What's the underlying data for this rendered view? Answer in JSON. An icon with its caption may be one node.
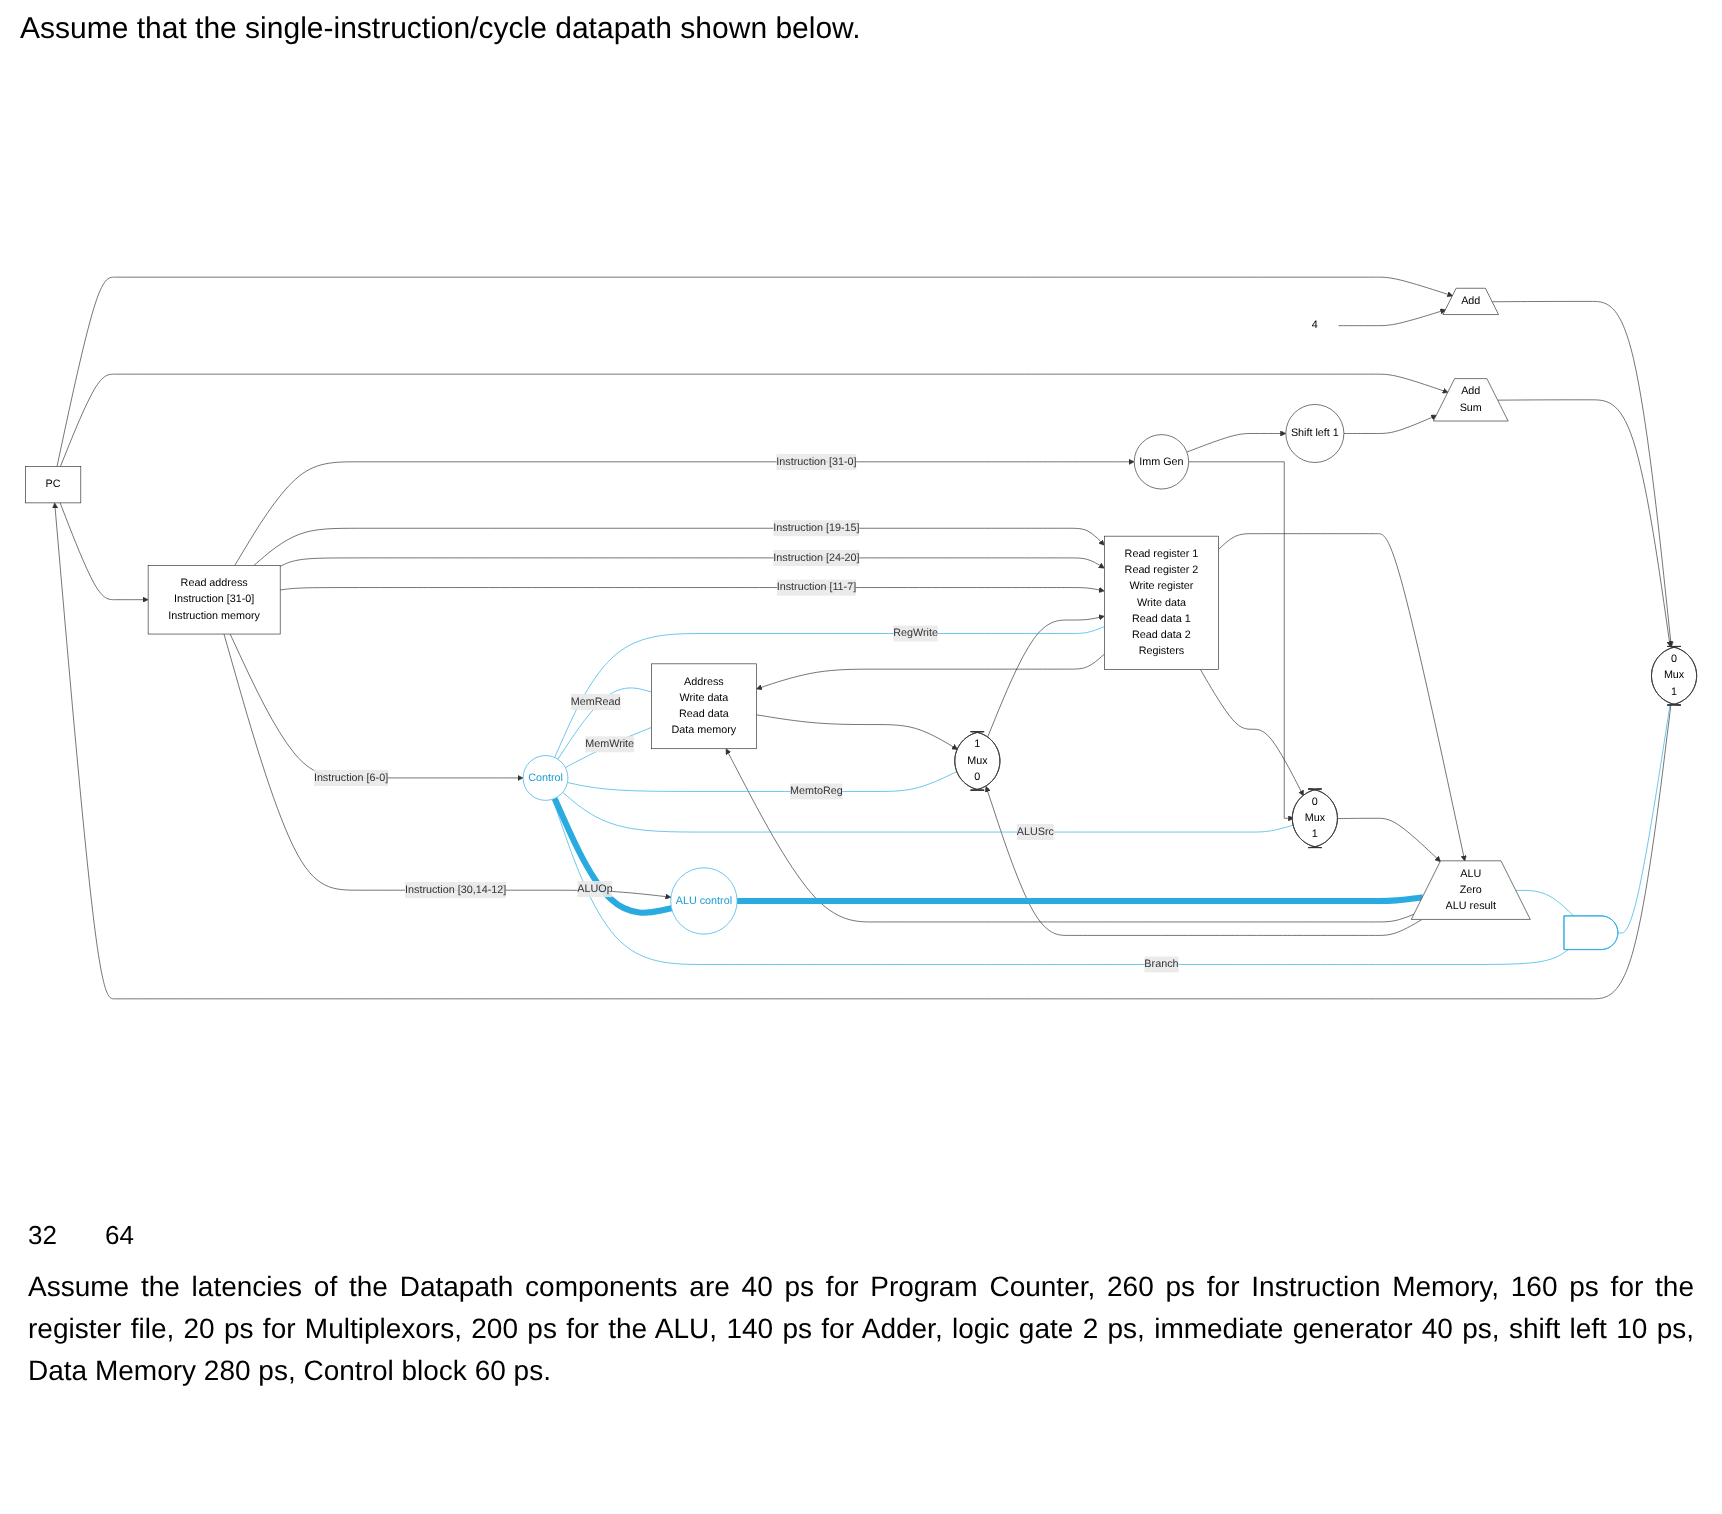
{
  "diagram": {
    "title": "Assume that the single-instruction/cycle datapath shown below.",
    "caption": "Assume the latencies of the Datapath components are 40 ps for Program Counter, 260 ps for Instruction Memory, 160 ps for the register file, 20 ps for Multiplexors, 200 ps for the ALU, 140 ps for Adder, logic gate 2 ps, immediate generator 40 ps, shift left 10 ps, Data Memory 280 ps, Control block 60 ps.",
    "nodes": [
      {
        "text": [
          "PC"
        ]
      },
      {
        "text": [
          "Read address",
          "Instruction [31-0]",
          "Instruction memory"
        ]
      },
      {
        "text": [
          "Add"
        ]
      },
      {
        "text": [
          "4"
        ]
      },
      {
        "text": [
          "Add",
          "Sum"
        ]
      },
      {
        "text": [
          "Shift left 1"
        ]
      },
      {
        "text": [
          "0",
          "Mux",
          "1"
        ]
      },
      {
        "text": [],
        "shape": "gate"
      },
      {
        "text": [
          "Control"
        ]
      },
      {
        "text": [
          "Read register 1",
          "Read register 2",
          "Write register",
          "Write data",
          "Read data 1",
          "Read data 2",
          "Registers"
        ]
      },
      {
        "text": [
          "Imm Gen"
        ]
      },
      {
        "text": [
          "0",
          "Mux",
          "1"
        ]
      },
      {
        "text": [
          "ALU",
          "Zero",
          "ALU result"
        ]
      },
      {
        "text": [
          "ALU control"
        ]
      },
      {
        "text": [
          "Address",
          "Write data",
          "Read data",
          "Data memory"
        ]
      },
      {
        "text": [
          "1",
          "Mux",
          "0"
        ]
      }
    ],
    "edges": [
      {
        "from": 0,
        "to": 1,
        "arrow": "to"
      },
      {
        "from": 0,
        "to": 2,
        "arrow": "to"
      },
      {
        "from": 0,
        "to": 4,
        "arrow": "to"
      },
      {
        "from": 3,
        "to": 2,
        "arrow": "to"
      },
      {
        "from": 2,
        "to": 6,
        "arrow": "to"
      },
      {
        "from": 4,
        "to": 6,
        "arrow": "to"
      },
      {
        "from": 6,
        "to": 0,
        "arrow": "to"
      },
      {
        "from": 5,
        "to": 4,
        "arrow": "to"
      },
      {
        "from": 1,
        "to": 8,
        "label": "Instruction [6-0]",
        "arrow": "to"
      },
      {
        "from": 1,
        "to": 9,
        "label": "Instruction [19-15]",
        "arrow": "to"
      },
      {
        "from": 1,
        "to": 9,
        "label": "Instruction [24-20]",
        "arrow": "to"
      },
      {
        "from": 1,
        "to": 9,
        "label": "Instruction [11-7]",
        "arrow": "to"
      },
      {
        "from": 1,
        "to": 10,
        "label": "Instruction [31-0]",
        "arrow": "to"
      },
      {
        "from": 1,
        "to": 13,
        "label": "Instruction [30,14-12]",
        "arrow": "to"
      },
      {
        "from": 10,
        "to": 5,
        "arrow": "to"
      },
      {
        "from": 10,
        "to": 11,
        "arrow": "to"
      },
      {
        "from": 9,
        "to": 12,
        "arrow": "to"
      },
      {
        "from": 9,
        "to": 11,
        "arrow": "to"
      },
      {
        "from": 9,
        "to": 14,
        "arrow": "to"
      },
      {
        "from": 11,
        "to": 12,
        "arrow": "to"
      },
      {
        "from": 12,
        "to": 14,
        "arrow": "to"
      },
      {
        "from": 12,
        "to": 15,
        "arrow": "to"
      },
      {
        "from": 14,
        "to": 15,
        "arrow": "to"
      },
      {
        "from": 15,
        "to": 9,
        "arrow": "to"
      },
      {
        "from": 12,
        "to": 7,
        "arrow": "none",
        "color": "#29abe2"
      },
      {
        "from": 7,
        "to": 6,
        "arrow": "none",
        "color": "#29abe2"
      },
      {
        "from": 8,
        "to": 7,
        "label": "Branch",
        "arrow": "none",
        "color": "#29abe2"
      },
      {
        "from": 8,
        "to": 14,
        "label": "MemRead",
        "arrow": "none",
        "color": "#29abe2"
      },
      {
        "from": 8,
        "to": 15,
        "label": "MemtoReg",
        "arrow": "none",
        "color": "#29abe2"
      },
      {
        "from": 8,
        "to": 13,
        "label": "ALUOp",
        "arrow": "none",
        "style": "thick",
        "color": "#29abe2"
      },
      {
        "from": 8,
        "to": 14,
        "label": "MemWrite",
        "arrow": "none",
        "color": "#29abe2"
      },
      {
        "from": 8,
        "to": 11,
        "label": "ALUSrc",
        "arrow": "none",
        "color": "#29abe2"
      },
      {
        "from": 8,
        "to": 9,
        "label": "RegWrite",
        "arrow": "none",
        "color": "#29abe2"
      },
      {
        "from": 13,
        "to": 12,
        "arrow": "none",
        "style": "thick",
        "color": "#29abe2"
      }
    ],
    "labels": [
      "32",
      "64"
    ]
  }
}
